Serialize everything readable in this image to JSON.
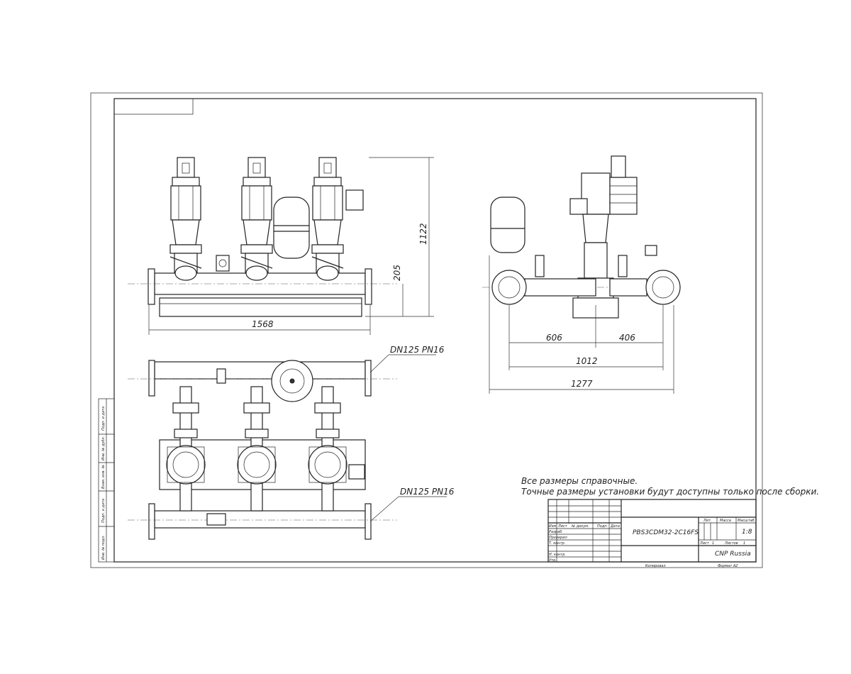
{
  "dimensions": {
    "front_height": "1122",
    "front_axis_height": "205",
    "front_length": "1568",
    "side_606": "606",
    "side_406": "406",
    "side_1012": "1012",
    "side_1277": "1277"
  },
  "callouts": {
    "upper_header": "DN125 PN16",
    "lower_header": "DN125 PN16"
  },
  "notes": {
    "line1": "Все размеры справочные.",
    "line2": "Точные размеры установки будут доступны только после сборки."
  },
  "title_block": {
    "designation": "PBS3CDM32-2C16FS",
    "company": "CNP Russia",
    "col_izm": "Изм",
    "col_list": "Лист",
    "col_doc": "№ докум.",
    "col_sign": "Подп.",
    "col_date": "Дата",
    "row_razrab": "Разраб.",
    "row_prov": "Проверил",
    "row_tkontr": "Т. контр.",
    "row_nkontr": "Н. контр.",
    "row_utv": "Утв.",
    "lit_label": "Лит.",
    "mass_label": "Масса",
    "scale_label": "Масштаб",
    "scale_value": "1:8",
    "sheet_label": "Лист",
    "sheet_value": "1",
    "sheets_label": "Листов",
    "sheets_value": "1",
    "copied": "Копировал",
    "format": "Формат А2"
  },
  "side_strip": [
    "Подп. и дата",
    "Инв. № дубл.",
    "Взам. инв. №",
    "Подп. и дата",
    "Инв. № подл."
  ]
}
